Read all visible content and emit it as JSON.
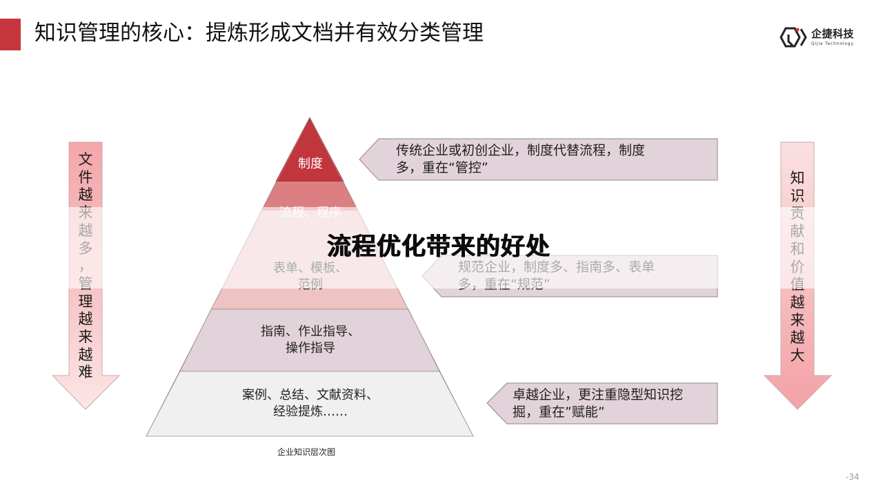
{
  "header": {
    "title": "知识管理的核心：提炼形成文档并有效分类管理",
    "accent_color": "#c7363d"
  },
  "logo": {
    "icon": "qijie-hexagon-logo-icon",
    "name_cn": "企捷科技",
    "name_en": "Qijie Technology"
  },
  "pyramid": {
    "caption": "企业知识层次图",
    "layers": [
      {
        "label": "制度",
        "color": "#c1363c"
      },
      {
        "label": "流程、程序",
        "color": "#db7f82"
      },
      {
        "label_line1": "表单、模板、",
        "label_line2": "范例",
        "color": "#edc3c4"
      },
      {
        "label_line1": "指南、作业指导、",
        "label_line2": "操作指导",
        "color": "#e2d3da"
      },
      {
        "label_line1": "案例、总结、文献资料、",
        "label_line2": "经验提炼……",
        "color": "#f0f0f0"
      }
    ]
  },
  "callouts": [
    {
      "line1": "传统企业或初创企业，制度代替流程，制度",
      "line2": "多，重在“管控”"
    },
    {
      "line1": "规范企业，制度多、指南多、表单",
      "line2": "多，重在“规范”"
    },
    {
      "line1": "卓越企业，更注重隐型知识挖",
      "line2": "掘，重在”赋能”"
    }
  ],
  "left_arrow": {
    "chars": [
      "文",
      "件",
      "越",
      "来",
      "越",
      "多",
      "，",
      "管",
      "理",
      "越",
      "来",
      "越",
      "难"
    ]
  },
  "right_arrow": {
    "chars": [
      "知",
      "识",
      "贡",
      "献",
      "和",
      "价",
      "值",
      "越",
      "来",
      "越",
      "大"
    ]
  },
  "overlay": {
    "title": "流程优化带来的好处"
  },
  "footer": {
    "page_number": "-34"
  }
}
